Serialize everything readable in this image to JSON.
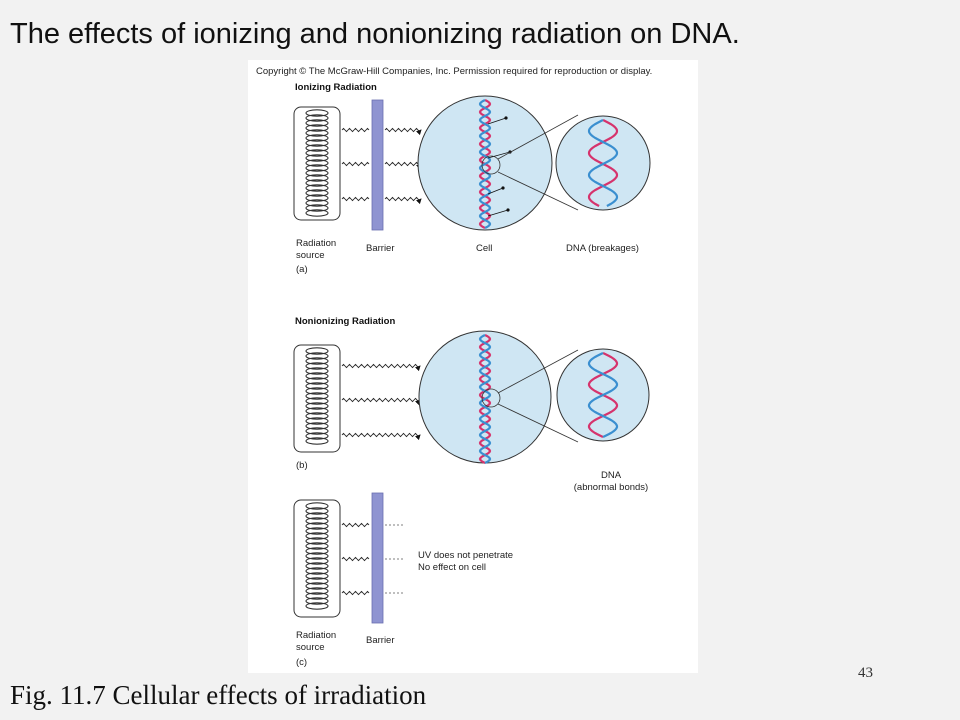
{
  "slide": {
    "title": "The effects of ionizing and nonionizing radiation on DNA.",
    "caption": "Fig. 11.7 Cellular effects of irradiation",
    "page_number": "43"
  },
  "figure": {
    "copyright": "Copyright © The McGraw-Hill Companies, Inc. Permission required for reproduction or display.",
    "panel_a": {
      "heading": "Ionizing Radiation",
      "source_label": "Radiation\nsource",
      "barrier_label": "Barrier",
      "cell_label": "Cell",
      "dna_label": "DNA (breakages)",
      "panel_letter": "(a)"
    },
    "panel_b": {
      "heading": "Nonionizing Radiation",
      "dna_label": "DNA\n(abnormal bonds)",
      "panel_letter": "(b)"
    },
    "panel_c": {
      "note": "UV does not penetrate\nNo effect on cell",
      "source_label": "Radiation\nsource",
      "barrier_label": "Barrier",
      "panel_letter": "(c)"
    },
    "colors": {
      "cell_fill": "#cfe6f3",
      "barrier": "#8f94d1",
      "dna_blue": "#3a8fd0",
      "dna_red": "#d6336c"
    }
  }
}
